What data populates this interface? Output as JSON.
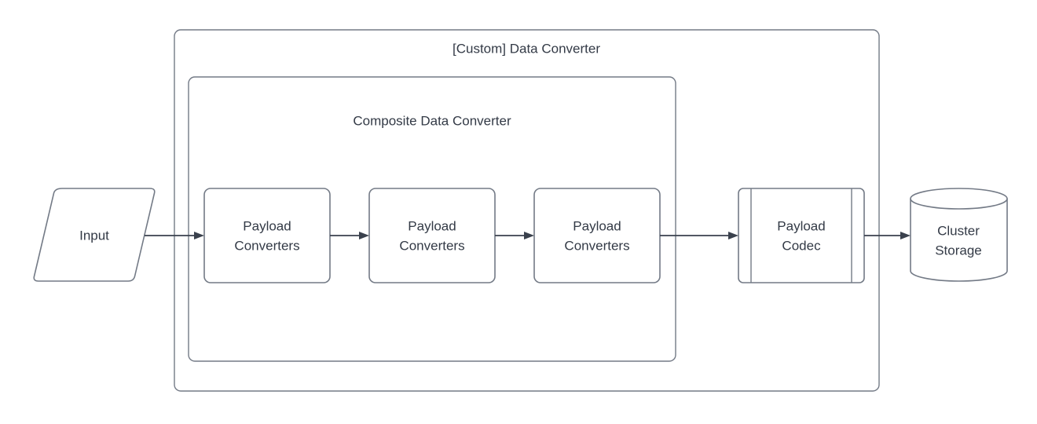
{
  "diagram": {
    "outer_container": {
      "title": "[Custom] Data Converter",
      "shape": "rounded-rectangle-container"
    },
    "composite_container": {
      "title": "Composite Data Converter",
      "shape": "rounded-rectangle-container"
    },
    "nodes": {
      "input": {
        "label": "Input",
        "shape": "parallelogram"
      },
      "payload_converter_1": {
        "line1": "Payload",
        "line2": "Converters",
        "shape": "rounded-rectangle"
      },
      "payload_converter_2": {
        "line1": "Payload",
        "line2": "Converters",
        "shape": "rounded-rectangle"
      },
      "payload_converter_3": {
        "line1": "Payload",
        "line2": "Converters",
        "shape": "rounded-rectangle"
      },
      "payload_codec": {
        "line1": "Payload",
        "line2": "Codec",
        "shape": "predefined-process"
      },
      "cluster_storage": {
        "line1": "Cluster",
        "line2": "Storage",
        "shape": "cylinder"
      }
    },
    "colors": {
      "background": "#ffffff",
      "container_stroke": "#737a86",
      "node_stroke": "#737a86",
      "arrow": "#3a414d",
      "text": "#333a46"
    }
  }
}
